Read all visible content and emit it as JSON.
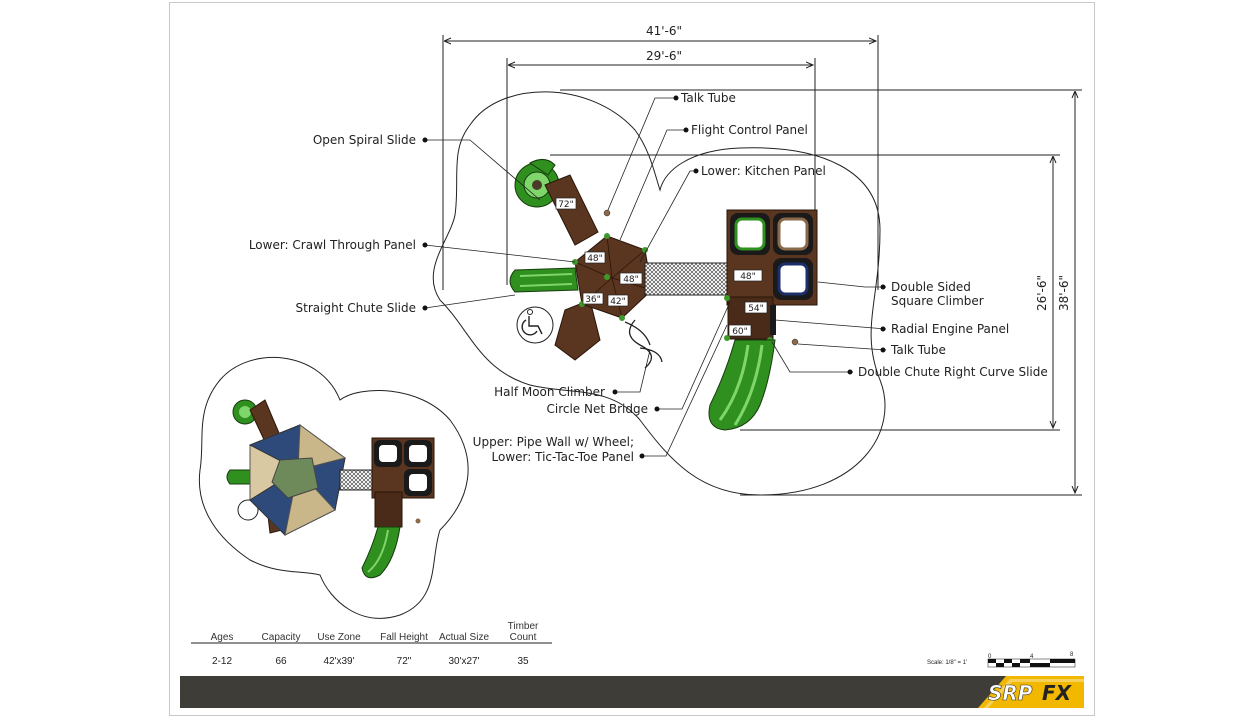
{
  "dimensions": {
    "overall_width": "41'-6\"",
    "inner_width": "29'-6\"",
    "inner_height": "26'-6\"",
    "overall_height": "38'-6\""
  },
  "callouts": {
    "talk_tube_top": "Talk Tube",
    "flight_control_panel": "Flight Control Panel",
    "lower_kitchen_panel": "Lower: Kitchen Panel",
    "open_spiral_slide": "Open Spiral Slide",
    "lower_crawl_through_panel": "Lower: Crawl Through Panel",
    "straight_chute_slide": "Straight Chute Slide",
    "double_sided_square_climber_1": "Double Sided",
    "double_sided_square_climber_2": "Square Climber",
    "radial_engine_panel": "Radial Engine Panel",
    "talk_tube_right": "Talk Tube",
    "double_chute_right_curve_slide": "Double Chute Right Curve Slide",
    "half_moon_climber": "Half Moon Climber",
    "circle_net_bridge": "Circle Net Bridge",
    "upper_pipe_wall": "Upper: Pipe Wall w/ Wheel;",
    "lower_tic_tac_toe": "Lower: Tic-Tac-Toe Panel"
  },
  "deck_heights": {
    "spiral_deck": "72\"",
    "hex_top": "48\"",
    "hex_right": "48\"",
    "hex_bottom_left": "36\"",
    "hex_bottom_right": "42\"",
    "right_tower_top": "48\"",
    "right_tower_mid": "54\"",
    "right_tower_bottom": "60\""
  },
  "spec_table": {
    "headers": [
      "Ages",
      "Capacity",
      "Use Zone",
      "Fall Height",
      "Actual Size",
      "Timber"
    ],
    "header_extra": "Count",
    "values": [
      "2-12",
      "66",
      "42'x39'",
      "72\"",
      "30'x27'",
      "35"
    ]
  },
  "scale": {
    "label": "Scale: 1/8\" = 1'",
    "ticks": [
      "0",
      "4",
      "8"
    ]
  },
  "brand": {
    "name_part1": "SRP",
    "name_part2": "FX",
    "accent": "#f2b800",
    "bar": "#3f3d37"
  }
}
